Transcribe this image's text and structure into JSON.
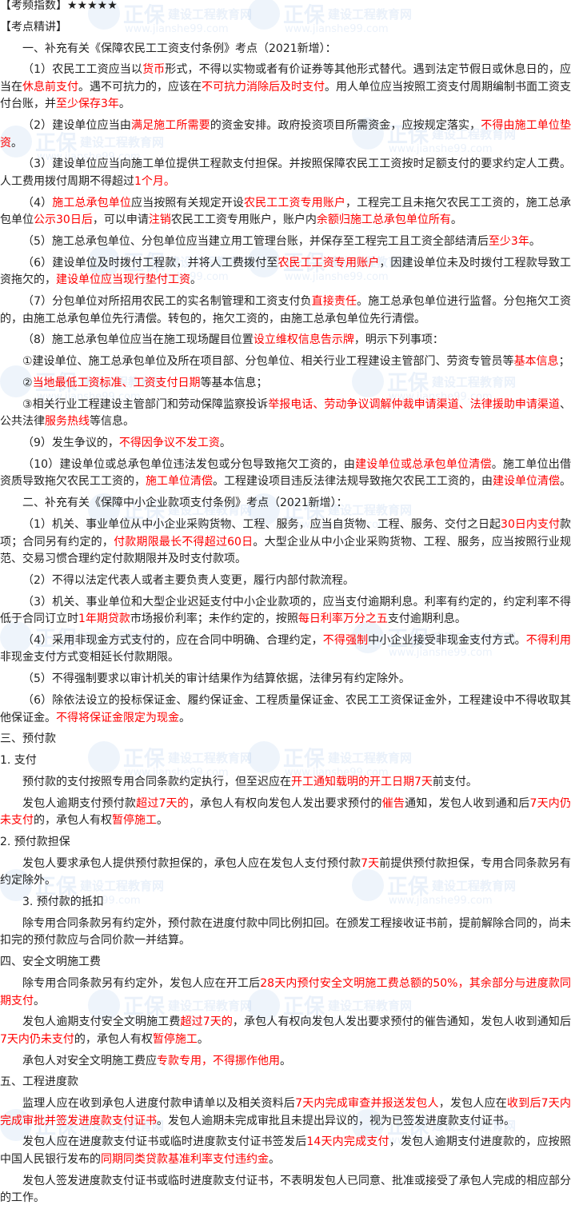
{
  "colors": {
    "text": "#222222",
    "highlight": "#ff0000",
    "watermark": "#5a96d7"
  },
  "watermark": {
    "brand": "正保",
    "name": "建设工程教育网",
    "url": "www.jianshe99.com"
  },
  "paragraphs": [
    {
      "indent": false,
      "s": [
        {
          "t": "【考频指数】★★★★★"
        }
      ]
    },
    {
      "indent": false,
      "s": [
        {
          "t": "【考点精讲】"
        }
      ]
    },
    {
      "indent": true,
      "s": [
        {
          "t": "一、补充有关《保障农民工工资支付条例》考点（2021新增）："
        }
      ]
    },
    {
      "indent": true,
      "s": [
        {
          "t": "（1）农民工工资应当以"
        },
        {
          "t": "货币",
          "red": true
        },
        {
          "t": "形式，不得以实物或者有价证券等其他形式替代。遇到法定节假日或休息日的，应当在"
        },
        {
          "t": "休息前支付",
          "red": true
        },
        {
          "t": "。遇不可抗力的，应该在"
        },
        {
          "t": "不可抗力消除后及时支付",
          "red": true
        },
        {
          "t": "。用人单位应当按照工资支付周期编制书面工资支付台账，并"
        },
        {
          "t": "至少保存3年",
          "red": true
        },
        {
          "t": "。"
        }
      ]
    },
    {
      "indent": true,
      "s": [
        {
          "t": "（2）建设单位应当由"
        },
        {
          "t": "满足施工所需要",
          "red": true
        },
        {
          "t": "的资金安排。政府投资项目所需资金，应按规定落实，"
        },
        {
          "t": "不得由施工单位垫资",
          "red": true
        },
        {
          "t": "。"
        }
      ]
    },
    {
      "indent": true,
      "s": [
        {
          "t": "（3）建设单位应当向施工单位提供工程款支付担保。并按照保障农民工工资按时足额支付的要求约定人工费。人工费用拨付周期不得超过"
        },
        {
          "t": "1个月。",
          "red": true
        }
      ]
    },
    {
      "indent": true,
      "s": [
        {
          "t": "（4）"
        },
        {
          "t": "施工总承包单位",
          "red": true
        },
        {
          "t": "应当按照有关规定开设"
        },
        {
          "t": "农民工工资专用账户",
          "red": true
        },
        {
          "t": "，工程完工且未拖欠农民工工资的，施工总承包单位"
        },
        {
          "t": "公示30日后",
          "red": true
        },
        {
          "t": "，可以申请"
        },
        {
          "t": "注销",
          "red": true
        },
        {
          "t": "农民工工资专用账户，账户内"
        },
        {
          "t": "余额归施工总承包单位所有",
          "red": true
        },
        {
          "t": "。"
        }
      ]
    },
    {
      "indent": true,
      "s": [
        {
          "t": "（5）施工总承包单位、分包单位应当建立用工管理台账，并保存至工程完工且工资全部结清后"
        },
        {
          "t": "至少3年",
          "red": true
        },
        {
          "t": "。"
        }
      ]
    },
    {
      "indent": true,
      "s": [
        {
          "t": "（6）建设单位及时拨付工程款，并将人工费拨付至"
        },
        {
          "t": "农民工工资专用账户",
          "red": true
        },
        {
          "t": "，因建设单位未及时拨付工程款导致工资拖欠的，"
        },
        {
          "t": "建设单位应当现行垫付工资",
          "red": true
        },
        {
          "t": "。"
        }
      ]
    },
    {
      "indent": true,
      "s": [
        {
          "t": "（7）分包单位对所招用农民工的实名制管理和工资支付负"
        },
        {
          "t": "直接责任",
          "red": true
        },
        {
          "t": "。施工总承包单位进行监督。分包拖欠工资的，由施工总承包单位先行清偿。转包的，拖欠工资的，由施工总承包单位先行清偿。"
        }
      ]
    },
    {
      "indent": true,
      "s": [
        {
          "t": "（8）施工总承包单位应当在施工现场醒目位置"
        },
        {
          "t": "设立维权信息告示牌",
          "red": true
        },
        {
          "t": "，明示下列事项："
        }
      ]
    },
    {
      "indent": true,
      "s": [
        {
          "t": "①建设单位、施工总承包单位及所在项目部、分包单位、相关行业工程建设主管部门、劳资专管员等"
        },
        {
          "t": "基本信息",
          "red": true
        },
        {
          "t": "；"
        }
      ]
    },
    {
      "indent": true,
      "s": [
        {
          "t": "②"
        },
        {
          "t": "当地最低工资标准、工资支付日期",
          "red": true
        },
        {
          "t": "等基本信息；"
        }
      ]
    },
    {
      "indent": true,
      "s": [
        {
          "t": "③相关行业工程建设主管部门和劳动保障监察投诉"
        },
        {
          "t": "举报电话、劳动争议调解仲裁申请渠道、法律援助申请渠道",
          "red": true
        },
        {
          "t": "、公共法律"
        },
        {
          "t": "服务热线",
          "red": true
        },
        {
          "t": "等信息。"
        }
      ]
    },
    {
      "indent": true,
      "s": [
        {
          "t": "（9）发生争议的，"
        },
        {
          "t": "不得因争议不发工资",
          "red": true
        },
        {
          "t": "。"
        }
      ]
    },
    {
      "indent": true,
      "s": [
        {
          "t": "（10）建设单位或总承包单位违法发包或分包导致拖欠工资的，由"
        },
        {
          "t": "建设单位或总承包单位清偿",
          "red": true
        },
        {
          "t": "。施工单位出借资质导致拖欠农民工工资的，"
        },
        {
          "t": "施工单位清偿",
          "red": true
        },
        {
          "t": "。工程建设项目违反法律法规导致拖欠农民工工资的，由"
        },
        {
          "t": "建设单位清偿",
          "red": true
        },
        {
          "t": "。"
        }
      ]
    },
    {
      "indent": true,
      "s": [
        {
          "t": "二、补充有关《保障中小企业款项支付条例》考点（2021新增）："
        }
      ]
    },
    {
      "indent": true,
      "s": [
        {
          "t": "（1）机关、事业单位从中小企业采购货物、工程、服务，应当自货物、工程、服务、交付之日起"
        },
        {
          "t": "30日内支付",
          "red": true
        },
        {
          "t": "款项；合同另有约定的，"
        },
        {
          "t": "付款期限最长不得超过60日",
          "red": true
        },
        {
          "t": "。大型企业从中小企业采购货物、工程、服务，应当按照行业规范、交易习惯合理约定付款期限并及时支付款项。"
        }
      ]
    },
    {
      "indent": true,
      "s": [
        {
          "t": "（2）不得以法定代表人或者主要负责人变更，履行内部付款流程。"
        }
      ]
    },
    {
      "indent": true,
      "s": [
        {
          "t": "（3）机关、事业单位和大型企业迟延支付中小企业款项的，应当支付逾期利息。利率有约定的，约定利率不得低于合同订立时"
        },
        {
          "t": "1年期贷款",
          "red": true
        },
        {
          "t": "市场报价利率；未作约定的，按照"
        },
        {
          "t": "每日利率万分之五",
          "red": true
        },
        {
          "t": "支付逾期利息。"
        }
      ]
    },
    {
      "indent": true,
      "s": [
        {
          "t": "（4）采用非现金方式支付的，应在合同中明确、合理约定，"
        },
        {
          "t": "不得强制",
          "red": true
        },
        {
          "t": "中小企业接受非现金支付方式。"
        },
        {
          "t": "不得利用",
          "red": true
        },
        {
          "t": "非现金支付方式变相延长付款期限。"
        }
      ]
    },
    {
      "indent": true,
      "s": [
        {
          "t": "（5）不得强制要求以审计机关的审计结果作为结算依据，法律另有约定除外。"
        }
      ]
    },
    {
      "indent": true,
      "s": [
        {
          "t": "（6）除依法设立的投标保证金、履约保证金、工程质量保证金、农民工工资保证金外，工程建设中不得收取其他保证金。"
        },
        {
          "t": "不得将保证金限定为现金",
          "red": true
        },
        {
          "t": "。"
        }
      ]
    },
    {
      "indent": false,
      "s": [
        {
          "t": "三、预付款"
        }
      ]
    },
    {
      "indent": false,
      "s": [
        {
          "t": "1. 支付"
        }
      ]
    },
    {
      "indent": true,
      "s": [
        {
          "t": "预付款的支付按照专用合同条款约定执行，但至迟应在"
        },
        {
          "t": "开工通知载明的开工日期7天",
          "red": true
        },
        {
          "t": "前支付。"
        }
      ]
    },
    {
      "indent": true,
      "s": [
        {
          "t": "发包人逾期支付预付款"
        },
        {
          "t": "超过7天的",
          "red": true
        },
        {
          "t": "，承包人有权向发包人发出要求预付的"
        },
        {
          "t": "催告",
          "red": true
        },
        {
          "t": "通知，发包人收到通和后"
        },
        {
          "t": "7天内仍未支付",
          "red": true
        },
        {
          "t": "的，承包人有权"
        },
        {
          "t": "暂停施工",
          "red": true
        },
        {
          "t": "。"
        }
      ]
    },
    {
      "indent": false,
      "s": [
        {
          "t": "2. 预付款担保"
        }
      ]
    },
    {
      "indent": true,
      "s": [
        {
          "t": "发包人要求承包人提供预付款担保的，承包人应在发包人支付预付款"
        },
        {
          "t": "7天",
          "red": true
        },
        {
          "t": "前提供预付款担保，专用合同条款另有约定除外。"
        }
      ]
    },
    {
      "indent": true,
      "s": [
        {
          "t": "3. 预付款的抵扣"
        }
      ]
    },
    {
      "indent": true,
      "s": [
        {
          "t": "除专用合同条款另有约定外，预付款在进度付款中同比例扣回。在颁发工程接收证书前，提前解除合同的，尚未扣完的预付款应与合同价款一并结算。"
        }
      ]
    },
    {
      "indent": false,
      "s": [
        {
          "t": "四、安全文明施工费"
        }
      ]
    },
    {
      "indent": true,
      "s": [
        {
          "t": "除专用合同条款另有约定外，发包人应在开工后"
        },
        {
          "t": "28天内预付安全文明施工费总额的50%，其余部分与进度款同期支付",
          "red": true
        },
        {
          "t": "。"
        }
      ]
    },
    {
      "indent": true,
      "s": [
        {
          "t": "发包人逾期支付安全文明施工费"
        },
        {
          "t": "超过7天的",
          "red": true
        },
        {
          "t": "，承包人有权向发包人发出要求预付的催告通知，发包人收到通知后"
        },
        {
          "t": "7天内仍未支付",
          "red": true
        },
        {
          "t": "的，承包人有权"
        },
        {
          "t": "暂停施工",
          "red": true
        },
        {
          "t": "。"
        }
      ]
    },
    {
      "indent": true,
      "s": [
        {
          "t": "承包人对安全文明施工费应"
        },
        {
          "t": "专款专用，不得挪作他用",
          "red": true
        },
        {
          "t": "。"
        }
      ]
    },
    {
      "indent": false,
      "s": [
        {
          "t": "五、工程进度款"
        }
      ]
    },
    {
      "indent": true,
      "s": [
        {
          "t": "监理人应在收到承包人进度付款申请单以及相关资料后"
        },
        {
          "t": "7天内完成审查并报送发包人",
          "red": true
        },
        {
          "t": "，发包人应在"
        },
        {
          "t": "收到后7天内完成审批并签发进度款支付证书",
          "red": true
        },
        {
          "t": "。发包人逾期未完成审批且未提出异议的，视为已签发进度款支付证书。"
        }
      ]
    },
    {
      "indent": true,
      "s": [
        {
          "t": "发包人应在进度款支付证书或临时进度款支付证书签发后"
        },
        {
          "t": "14天内完成支付",
          "red": true
        },
        {
          "t": "，发包人逾期支付进度款的，应按照中国人民银行发布的"
        },
        {
          "t": "同期同类贷款基准利率支付违约金",
          "red": true
        },
        {
          "t": "。"
        }
      ]
    },
    {
      "indent": true,
      "s": [
        {
          "t": "发包人签发进度款支付证书或临时进度款支付证书，不表明发包人已同意、批准或接受了承包人完成的相应部分的工作。"
        }
      ]
    }
  ]
}
